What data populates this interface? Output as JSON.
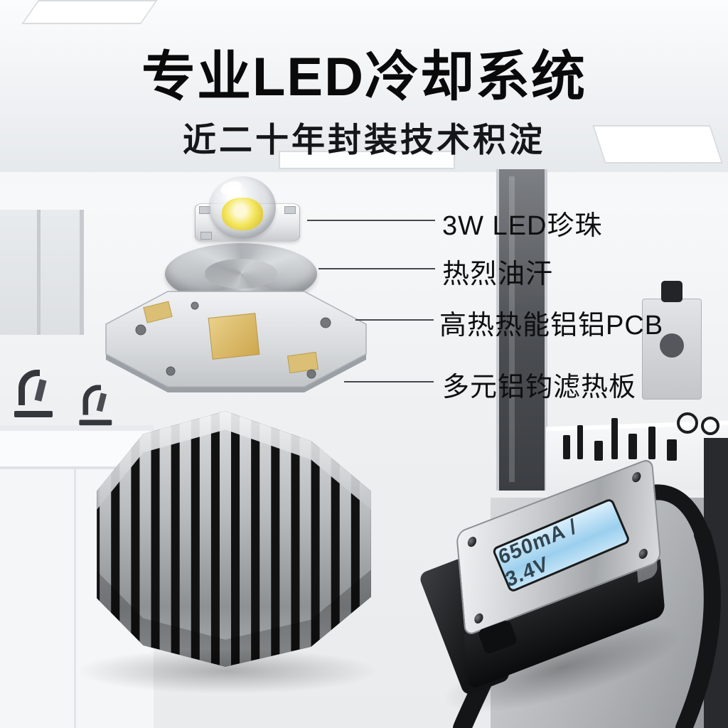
{
  "header": {
    "title": "专业LED冷却系统",
    "subtitle": "近二十年封装技术积淀"
  },
  "callouts": [
    {
      "label": "3W LED珍珠"
    },
    {
      "label": "热烈油汗"
    },
    {
      "label": "高热热能铝铝PCB"
    },
    {
      "label": "多元铝钧滤热板"
    }
  ],
  "driver": {
    "display": "650mA / 3.4V"
  },
  "colors": {
    "title_text": "#0a0a0b",
    "callout_line": "#46494c",
    "lcd_background": "#a8d5f0",
    "lcd_text": "#31454f",
    "pcb_gold": "#d8b96b",
    "heatsink_fin": "#b9bcbf",
    "cable_black": "#141516"
  }
}
